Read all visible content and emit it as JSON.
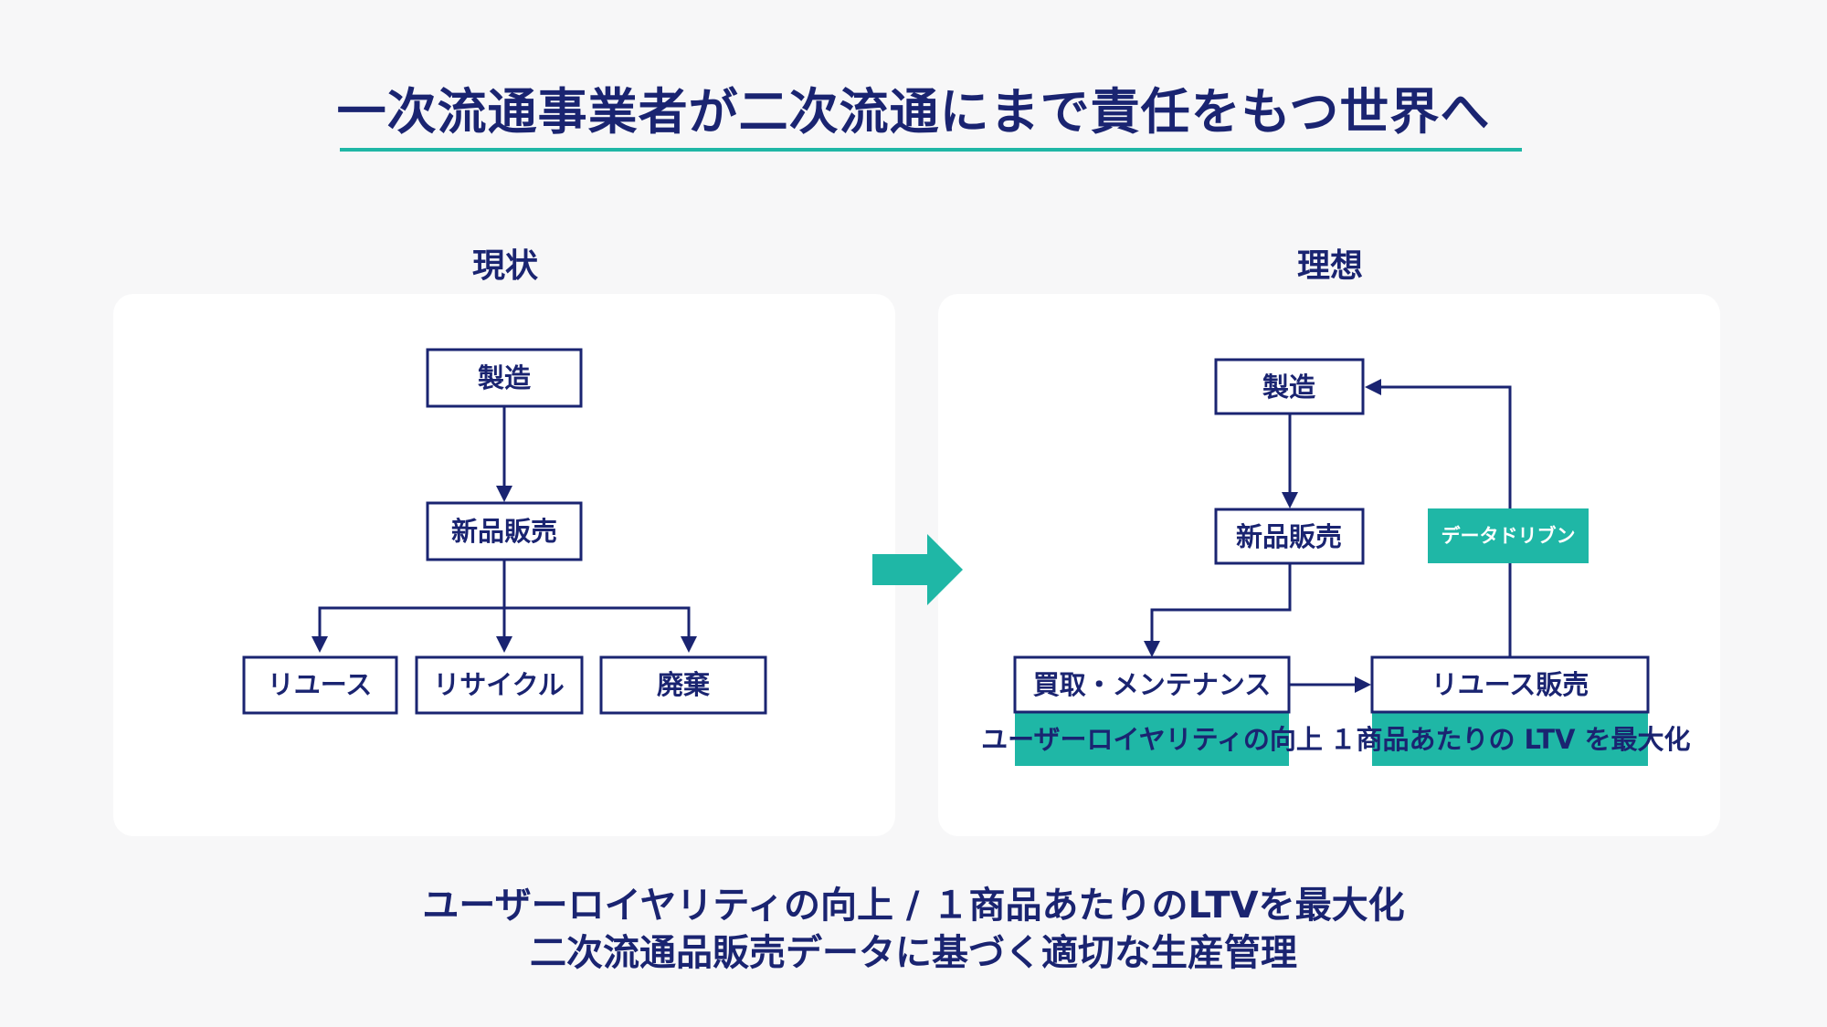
{
  "title": "一次流通事業者が二次流通にまで責任をもつ世界へ",
  "current": {
    "label": "現状",
    "nodes": {
      "manufacturing": "製造",
      "new_sales": "新品販売",
      "reuse": "リユース",
      "recycle": "リサイクル",
      "disposal": "廃棄"
    }
  },
  "ideal": {
    "label": "理想",
    "nodes": {
      "manufacturing": "製造",
      "new_sales": "新品販売",
      "buyback": "買取・メンテナンス",
      "reuse_sales": "リユース販売"
    },
    "tags": {
      "data_driven": "データドリブン",
      "loyalty": "ユーザーロイヤリティの向上",
      "ltv": "１商品あたりの LTV を最大化"
    }
  },
  "footer": {
    "line1": "ユーザーロイヤリティの向上 / １商品あたりのLTVを最大化",
    "line2": "二次流通品販売データに基づく適切な生産管理"
  },
  "colors": {
    "navy": "#1a2471",
    "teal": "#1fb7a6",
    "panel": "#ffffff",
    "background": "#f7f7f8"
  }
}
